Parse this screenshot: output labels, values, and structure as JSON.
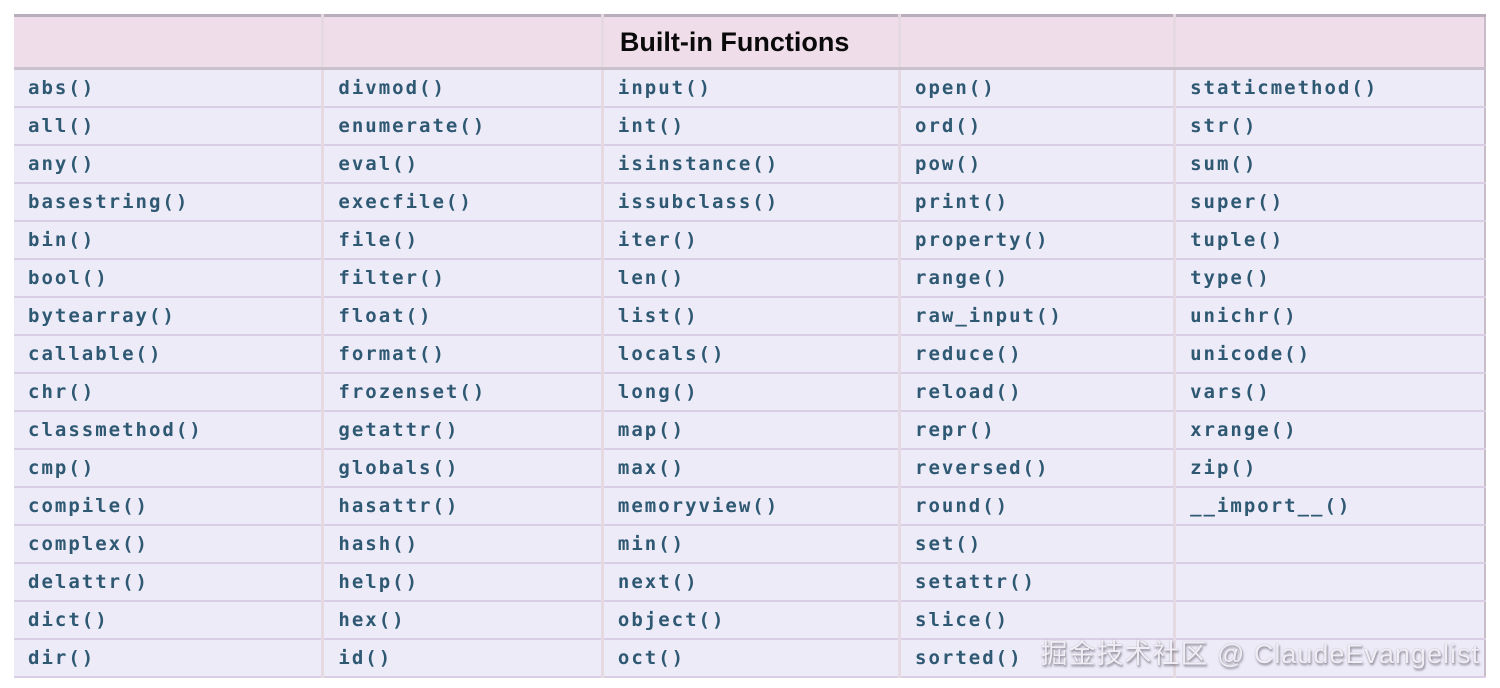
{
  "title": "Built-in Functions",
  "watermark": "掘金技术社区 @ ClaudeEvangelist",
  "colors": {
    "page_bg": "#ffffff",
    "header_bg": "#efdeea",
    "row_bg": "#edebf8",
    "cell_text": "#2f5973",
    "header_text": "#0a0a0a",
    "row_border": "#d9cee4",
    "column_border": "#e6dae2"
  },
  "table": {
    "header": [
      "",
      "",
      "Built-in Functions",
      "",
      ""
    ],
    "column_width_percents": [
      21.0,
      19.0,
      20.2,
      18.7,
      21.1
    ],
    "rows": [
      [
        "abs()",
        "divmod()",
        "input()",
        "open()",
        "staticmethod()"
      ],
      [
        "all()",
        "enumerate()",
        "int()",
        "ord()",
        "str()"
      ],
      [
        "any()",
        "eval()",
        "isinstance()",
        "pow()",
        "sum()"
      ],
      [
        "basestring()",
        "execfile()",
        "issubclass()",
        "print()",
        "super()"
      ],
      [
        "bin()",
        "file()",
        "iter()",
        "property()",
        "tuple()"
      ],
      [
        "bool()",
        "filter()",
        "len()",
        "range()",
        "type()"
      ],
      [
        "bytearray()",
        "float()",
        "list()",
        "raw_input()",
        "unichr()"
      ],
      [
        "callable()",
        "format()",
        "locals()",
        "reduce()",
        "unicode()"
      ],
      [
        "chr()",
        "frozenset()",
        "long()",
        "reload()",
        "vars()"
      ],
      [
        "classmethod()",
        "getattr()",
        "map()",
        "repr()",
        "xrange()"
      ],
      [
        "cmp()",
        "globals()",
        "max()",
        "reversed()",
        "zip()"
      ],
      [
        "compile()",
        "hasattr()",
        "memoryview()",
        "round()",
        "__import__()"
      ],
      [
        "complex()",
        "hash()",
        "min()",
        "set()",
        ""
      ],
      [
        "delattr()",
        "help()",
        "next()",
        "setattr()",
        ""
      ],
      [
        "dict()",
        "hex()",
        "object()",
        "slice()",
        ""
      ],
      [
        "dir()",
        "id()",
        "oct()",
        "sorted()",
        ""
      ]
    ]
  }
}
